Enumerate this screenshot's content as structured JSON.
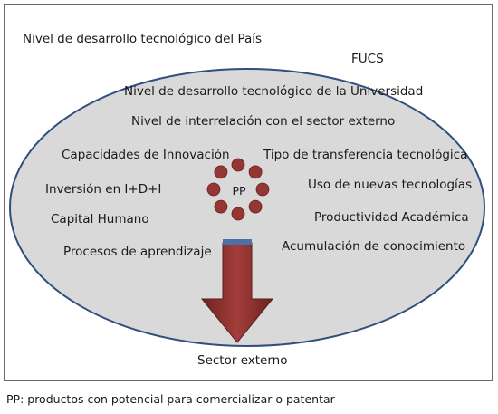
{
  "diagram": {
    "outer_title": "Nivel de desarrollo tecnológico del País",
    "ellipse_label": "FUCS",
    "inner_title": "Nivel de desarrollo tecnológico de la Universidad",
    "relation_label": "Nivel de interrelación con el sector externo",
    "left_factors": [
      "Capacidades de Innovación",
      "Inversión en I+D+I",
      "Capital Humano",
      "Procesos de aprendizaje"
    ],
    "right_factors": [
      "Tipo de transferencia tecnológica",
      "Uso de nuevas tecnologías",
      "Productividad Académica",
      "Acumulación de conocimiento"
    ],
    "center_label": "PP",
    "arrow_target": "Sector externo",
    "colors": {
      "ellipse_fill": "#d9d9d9",
      "ellipse_stroke": "#2f4f7f",
      "circle_fill": "#943634",
      "arrow_fill": "#943634",
      "arrow_band": "#4f6fa8"
    }
  },
  "caption": "PP: productos con potencial para comercializar o patentar"
}
